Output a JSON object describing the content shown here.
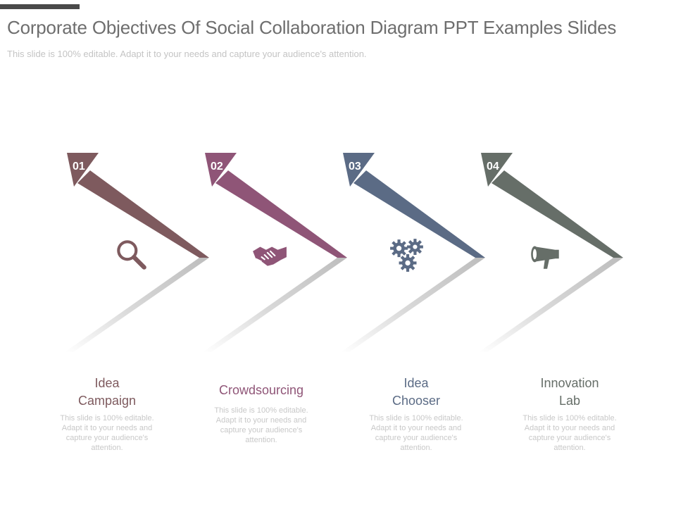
{
  "slide": {
    "title": "Corporate Objectives Of Social Collaboration Diagram PPT Examples Slides",
    "subtitle": "This slide is 100% editable. Adapt it to your needs and capture your audience's attention."
  },
  "steps": [
    {
      "number": "01",
      "label_line1": "Idea",
      "label_line2": "Campaign",
      "icon": "magnifier-icon",
      "color": "#7e5a5e",
      "description": "This slide is 100% editable. Adapt it to your needs and capture your audience's attention."
    },
    {
      "number": "02",
      "label_line1": "Crowdsourcing",
      "label_line2": "",
      "icon": "handshake-icon",
      "color": "#8f5577",
      "description": "This slide is 100% editable. Adapt it to your needs and capture your audience's attention."
    },
    {
      "number": "03",
      "label_line1": "Idea",
      "label_line2": "Chooser",
      "icon": "gears-icon",
      "color": "#5b6b85",
      "description": "This slide is 100% editable. Adapt it to your needs and capture your audience's attention."
    },
    {
      "number": "04",
      "label_line1": "Innovation",
      "label_line2": "Lab",
      "icon": "megaphone-icon",
      "color": "#666e68",
      "description": "This slide is 100% editable. Adapt it to your needs and capture your audience's attention."
    }
  ]
}
